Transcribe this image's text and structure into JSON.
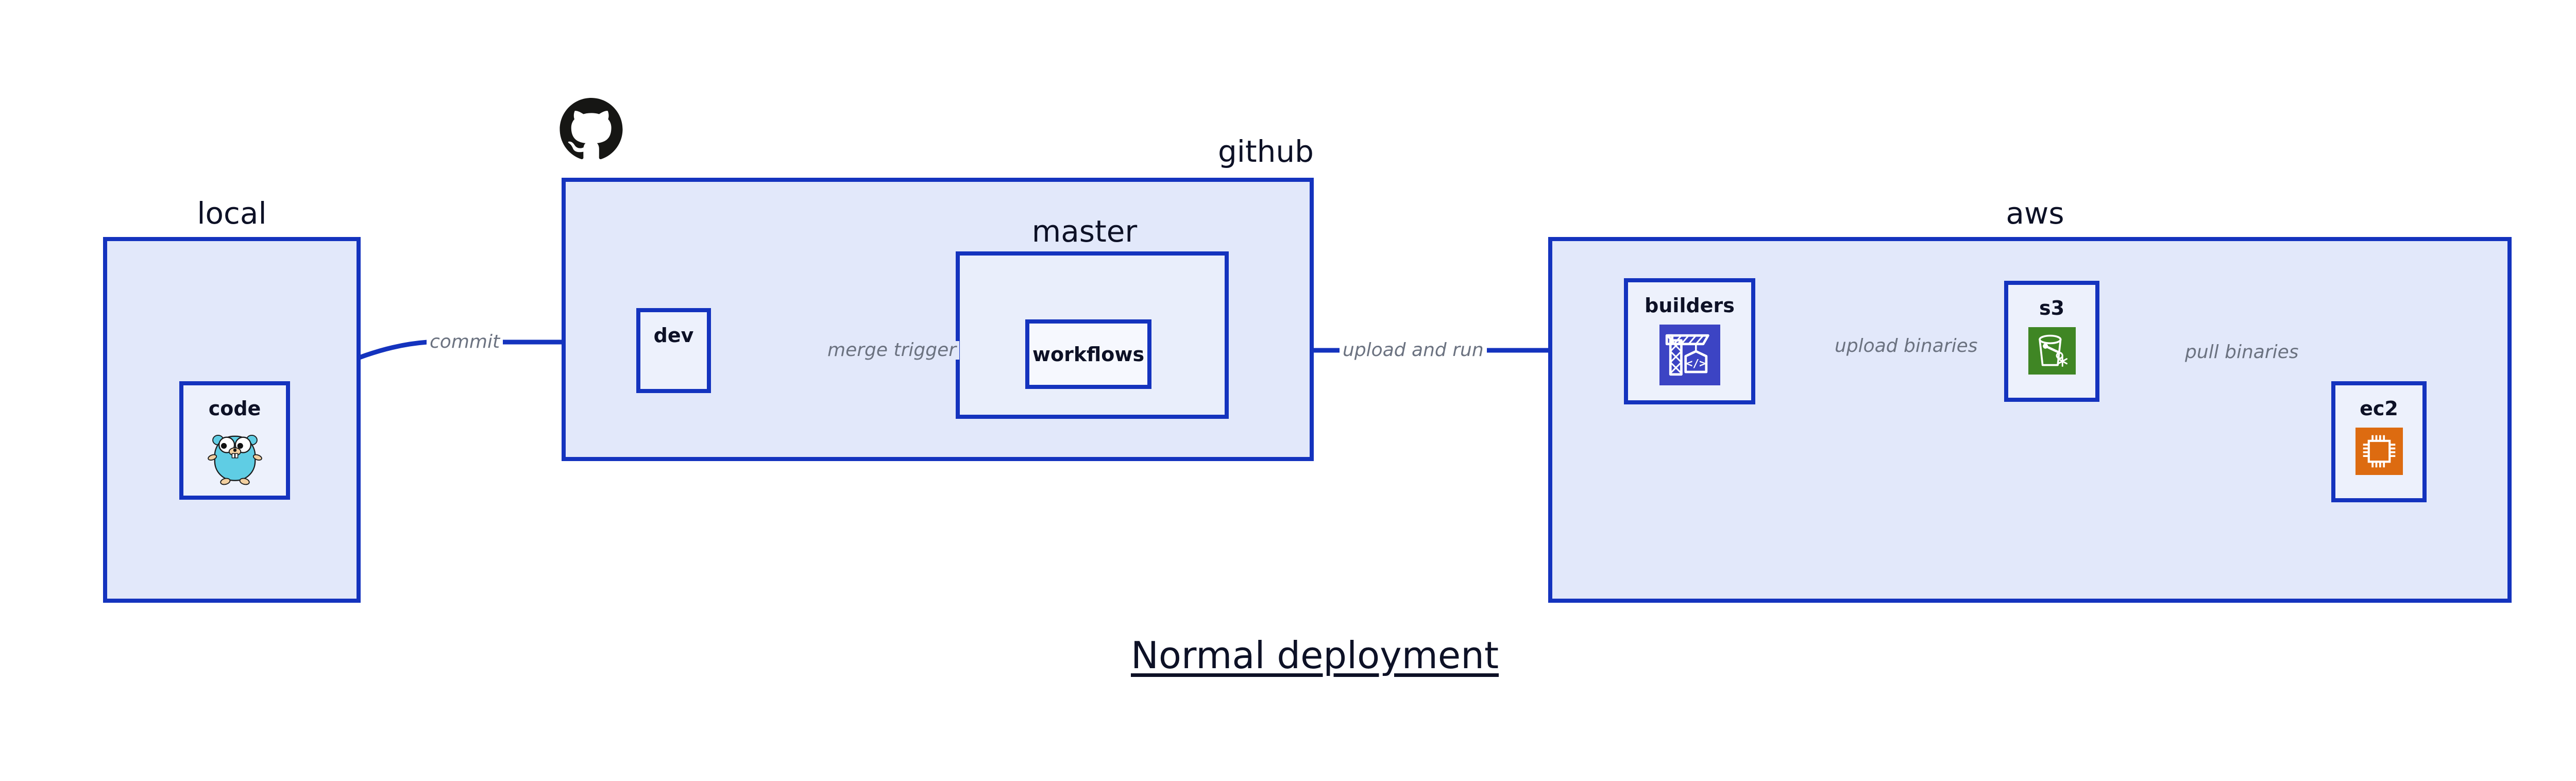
{
  "title": "Normal deployment",
  "colors": {
    "edge": "#1433be",
    "group_border": "#1433be",
    "group_fill": "#e2e8fa",
    "nested_fill": "#e9eefb",
    "node_fill": "#edf1fc",
    "label_text": "#0d1126",
    "edge_label_text": "#6b7280",
    "builders_icon": "#3c44c4",
    "s3_icon": "#3f8624",
    "ec2_icon": "#dd6b10",
    "gopher_body": "#5fcde4",
    "gopher_limb": "#f2cfa0",
    "github_mark": "#161614",
    "background": "#ffffff"
  },
  "groups": [
    {
      "id": "local",
      "label": "local"
    },
    {
      "id": "github",
      "label": "github"
    },
    {
      "id": "master",
      "label": "master"
    },
    {
      "id": "aws",
      "label": "aws"
    }
  ],
  "nodes": [
    {
      "id": "code",
      "label": "code",
      "icon": "go-gopher-icon"
    },
    {
      "id": "dev",
      "label": "dev",
      "icon": ""
    },
    {
      "id": "workflows",
      "label": "workflows",
      "icon": ""
    },
    {
      "id": "builders",
      "label": "builders",
      "icon": "aws-codebuild-icon"
    },
    {
      "id": "s3",
      "label": "s3",
      "icon": "aws-s3-bucket-icon"
    },
    {
      "id": "ec2",
      "label": "ec2",
      "icon": "aws-ec2-chip-icon"
    }
  ],
  "edges": [
    {
      "id": "commit",
      "from": "code",
      "to": "dev",
      "label": "commit"
    },
    {
      "id": "merge-trigger",
      "from": "dev",
      "to": "workflows",
      "label": "merge trigger"
    },
    {
      "id": "upload-and-run",
      "from": "workflows",
      "to": "builders",
      "label": "upload and run"
    },
    {
      "id": "upload-binaries",
      "from": "builders",
      "to": "s3",
      "label": "upload binaries"
    },
    {
      "id": "pull-binaries",
      "from": "s3",
      "to": "ec2",
      "label": "pull binaries"
    }
  ],
  "icons": {
    "github_mark": "github-octocat-icon"
  }
}
